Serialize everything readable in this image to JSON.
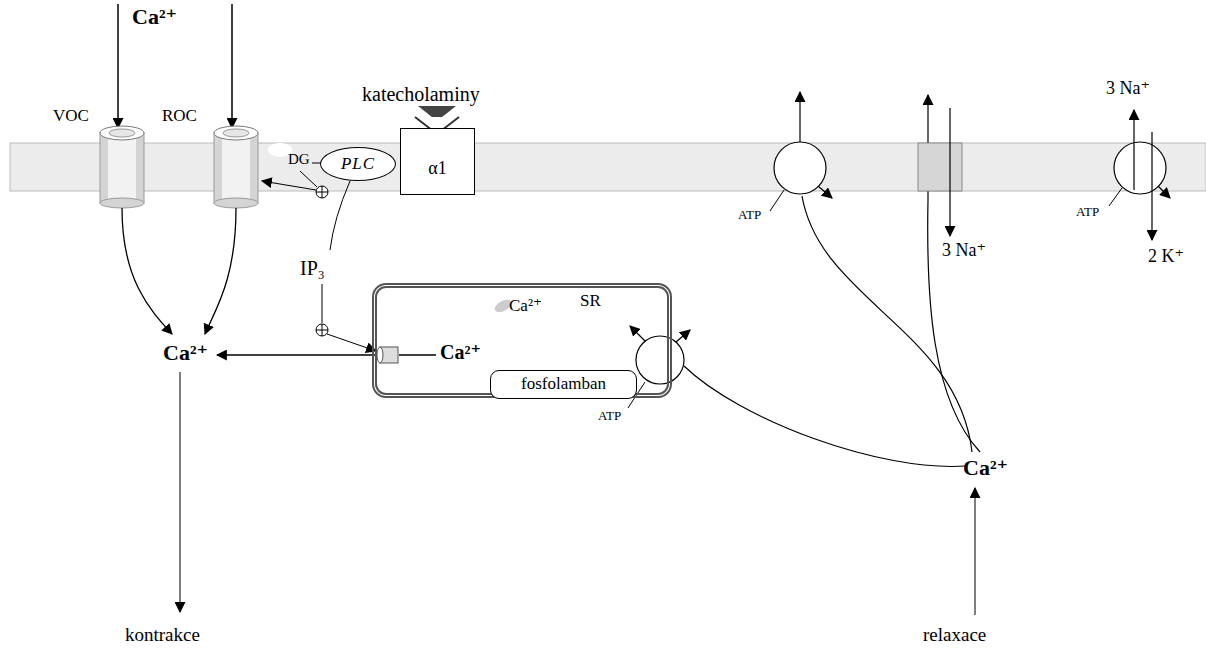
{
  "diagram": {
    "nodes": [
      {
        "text": [
          "PLC"
        ]
      },
      {
        "text": [
          "α1"
        ]
      },
      {
        "text": [
          "SR",
          "Ca²⁺",
          "Ca²⁺"
        ]
      },
      {
        "text": [
          "fosfolamban"
        ],
        "in": 2
      }
    ],
    "labels": [
      "Ca²⁺",
      "VOC",
      "ROC",
      "katecholaminy",
      "3 Na⁺",
      "ATP",
      "3 Na⁺",
      "ATP",
      "2 K⁺",
      "DG",
      "IP₃",
      "Ca²⁺",
      "ATP",
      "Ca²⁺",
      "kontrakce",
      "relaxace"
    ]
  }
}
